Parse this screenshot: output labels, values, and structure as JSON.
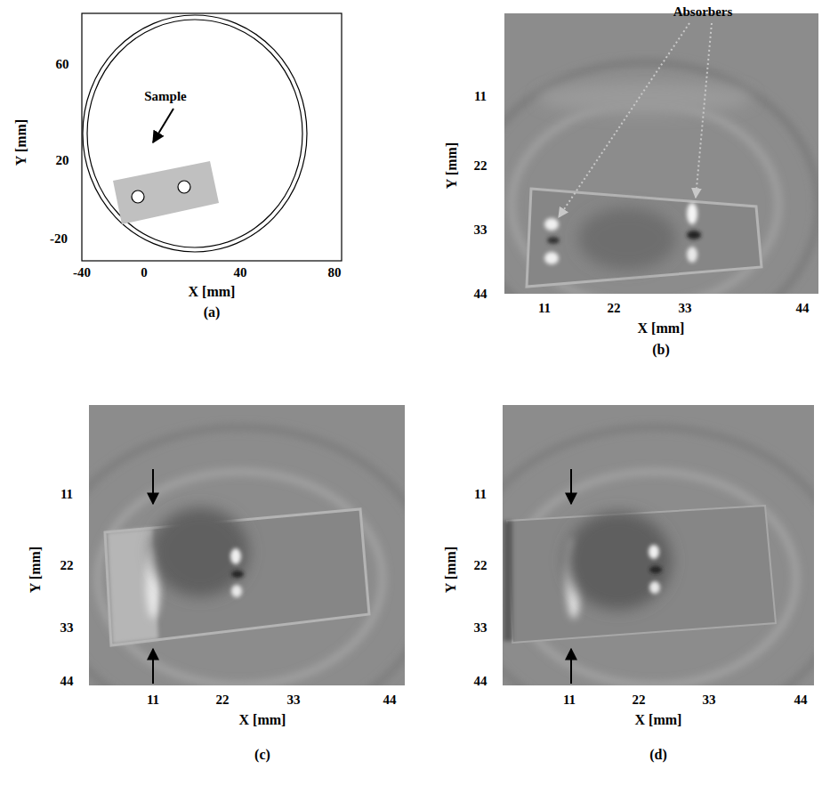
{
  "diagram": {
    "labels": [
      "60",
      "20",
      "-20",
      "Y [mm]",
      "-40",
      "0",
      "40",
      "80",
      "X [mm]",
      "(a)",
      "Sample",
      "Absorbers",
      "11",
      "22",
      "33",
      "44",
      "Y [mm]",
      "11",
      "22",
      "33",
      "44",
      "X [mm]",
      "(b)",
      "11",
      "22",
      "33",
      "44",
      "Y [mm]",
      "11",
      "22",
      "33",
      "44",
      "X [mm]",
      "(c)",
      "11",
      "22",
      "33",
      "44",
      "Y [mm]",
      "11",
      "22",
      "33",
      "44",
      "X [mm]",
      "(d)"
    ]
  }
}
